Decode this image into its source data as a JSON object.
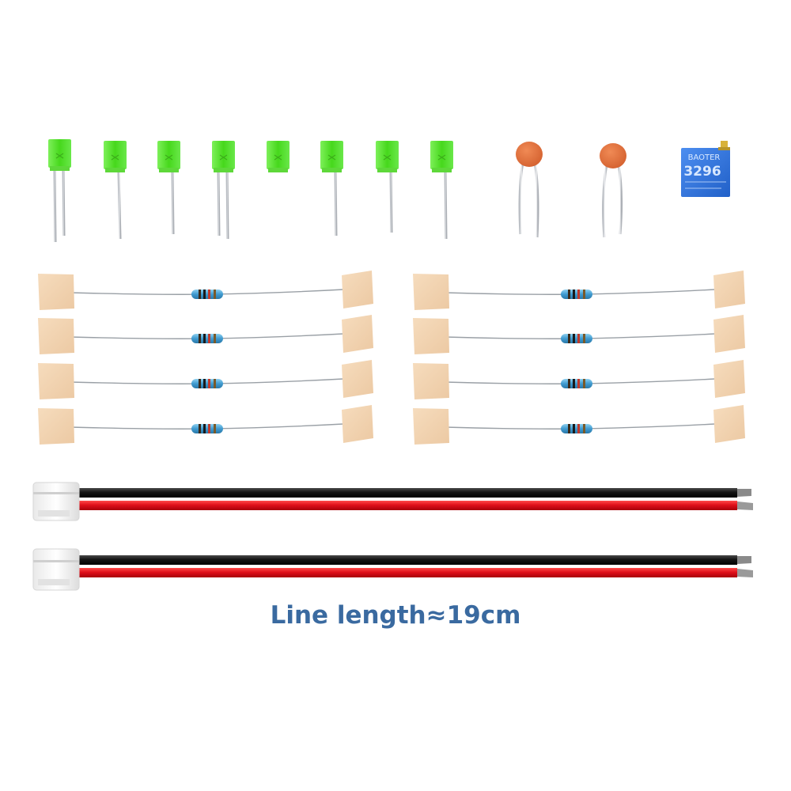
{
  "caption": "Line length≈19cm",
  "potentiometer": {
    "marking_top": "BAOTER",
    "marking_code": "3296"
  },
  "colors": {
    "led_green": "#55e02a",
    "capacitor_orange": "#e0733f",
    "trimmer_blue": "#2f6fd6",
    "tape_beige": "#f0d2b0",
    "resistor_blue": "#4fa6d8",
    "wire_red": "#e0101a",
    "wire_black": "#141414",
    "caption_blue": "#3a6aa0"
  },
  "counts": {
    "leds": 8,
    "ceramic_capacitors": 2,
    "trimmer_potentiometers": 1,
    "resistors": 8,
    "cable_assemblies": 2
  }
}
